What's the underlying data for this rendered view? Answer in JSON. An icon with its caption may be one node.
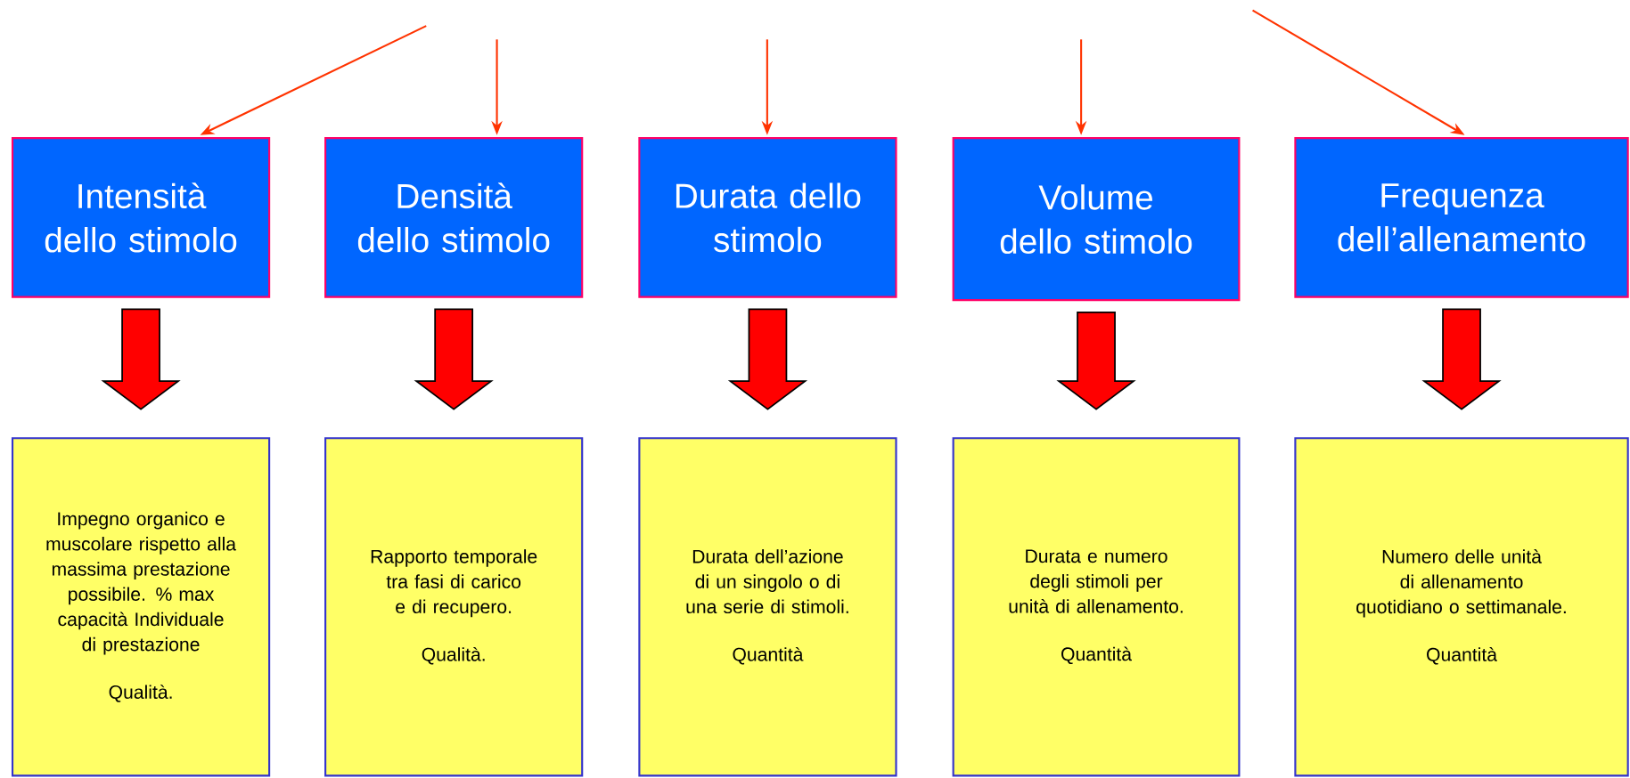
{
  "diagram": {
    "nodes": [
      {
        "text": [
          "Intensità dello stimolo"
        ]
      },
      {
        "text": [
          "Densità dello stimolo"
        ]
      },
      {
        "text": [
          "Durata dello stimolo"
        ]
      },
      {
        "text": [
          "Volume dello stimolo"
        ]
      },
      {
        "text": [
          "Frequenza dell’allenamento"
        ]
      },
      {
        "text": [
          "Impegno organico e muscolare rispetto alla massima prestazione possibile. % max capacità Individuale di prestazione",
          "Qualità."
        ]
      },
      {
        "text": [
          "Rapporto temporale tra fasi di carico e di recupero.",
          "Qualità."
        ]
      },
      {
        "text": [
          "Durata dell’azione di un singolo o di una serie di stimoli.",
          "Quantità"
        ]
      },
      {
        "text": [
          "Durata e numero degli stimoli per unità di allenamento.",
          "Quantità"
        ]
      },
      {
        "text": [
          "Numero delle unità di allenamento quotidiano o settimanale.",
          "Quantità"
        ]
      }
    ],
    "edges": [
      {
        "from": null,
        "to": 0,
        "arrow": "to",
        "color": "#ff3300"
      },
      {
        "from": null,
        "to": 1,
        "arrow": "to",
        "color": "#ff3300"
      },
      {
        "from": null,
        "to": 2,
        "arrow": "to",
        "color": "#ff3300"
      },
      {
        "from": null,
        "to": 3,
        "arrow": "to",
        "color": "#ff3300"
      },
      {
        "from": null,
        "to": 4,
        "arrow": "to",
        "color": "#ff3300"
      },
      {
        "from": 0,
        "to": 5,
        "arrow": "to",
        "style": "thick",
        "color": "#ff0000"
      },
      {
        "from": 1,
        "to": 6,
        "arrow": "to",
        "style": "thick",
        "color": "#ff0000"
      },
      {
        "from": 2,
        "to": 7,
        "arrow": "to",
        "style": "thick",
        "color": "#ff0000"
      },
      {
        "from": 3,
        "to": 8,
        "arrow": "to",
        "style": "thick",
        "color": "#ff0000"
      },
      {
        "from": 4,
        "to": 9,
        "arrow": "to",
        "style": "thick",
        "color": "#ff0000"
      }
    ]
  }
}
